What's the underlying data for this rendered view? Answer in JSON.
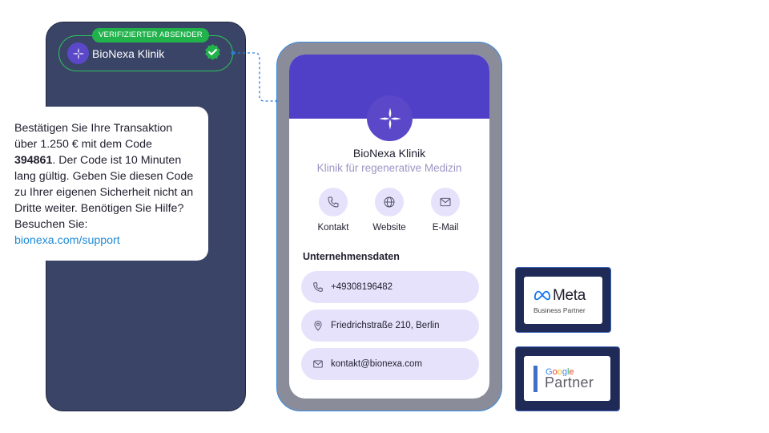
{
  "sender": {
    "verified_label": "VERIFIZIERTER ABSENDER",
    "name": "BioNexa Klinik"
  },
  "sms": {
    "text_before": "Bestätigen Sie Ihre Transaktion über 1.250 € mit dem Code ",
    "code": "394861",
    "text_after": ". Der Code ist 10 Minuten lang gültig. Geben Sie diesen Code zu Ihrer eigenen Sicherheit nicht an Dritte weiter. Benötigen Sie Hilfe? Besuchen Sie: ",
    "link": "bionexa.com/support"
  },
  "profile": {
    "name": "BioNexa Klinik",
    "subtitle": "Klinik für regenerative Medizin",
    "actions": [
      {
        "label": "Kontakt",
        "icon": "phone-icon"
      },
      {
        "label": "Website",
        "icon": "globe-icon"
      },
      {
        "label": "E-Mail",
        "icon": "mail-icon"
      }
    ],
    "section_title": "Unternehmensdaten",
    "details": [
      {
        "value": "+49308196482",
        "icon": "phone-icon"
      },
      {
        "value": "Friedrichstraße 210, Berlin",
        "icon": "location-pin-icon"
      },
      {
        "value": "kontakt@bionexa.com",
        "icon": "mail-icon"
      }
    ]
  },
  "badges": {
    "meta": {
      "brand": "Meta",
      "sub": "Business Partner"
    },
    "google": {
      "brand": "Google",
      "sub": "Partner"
    }
  },
  "colors": {
    "brand_purple": "#5040c8",
    "verified_green": "#22b24c",
    "link_blue": "#1f8bd6",
    "dark_panel": "#3a4467"
  }
}
